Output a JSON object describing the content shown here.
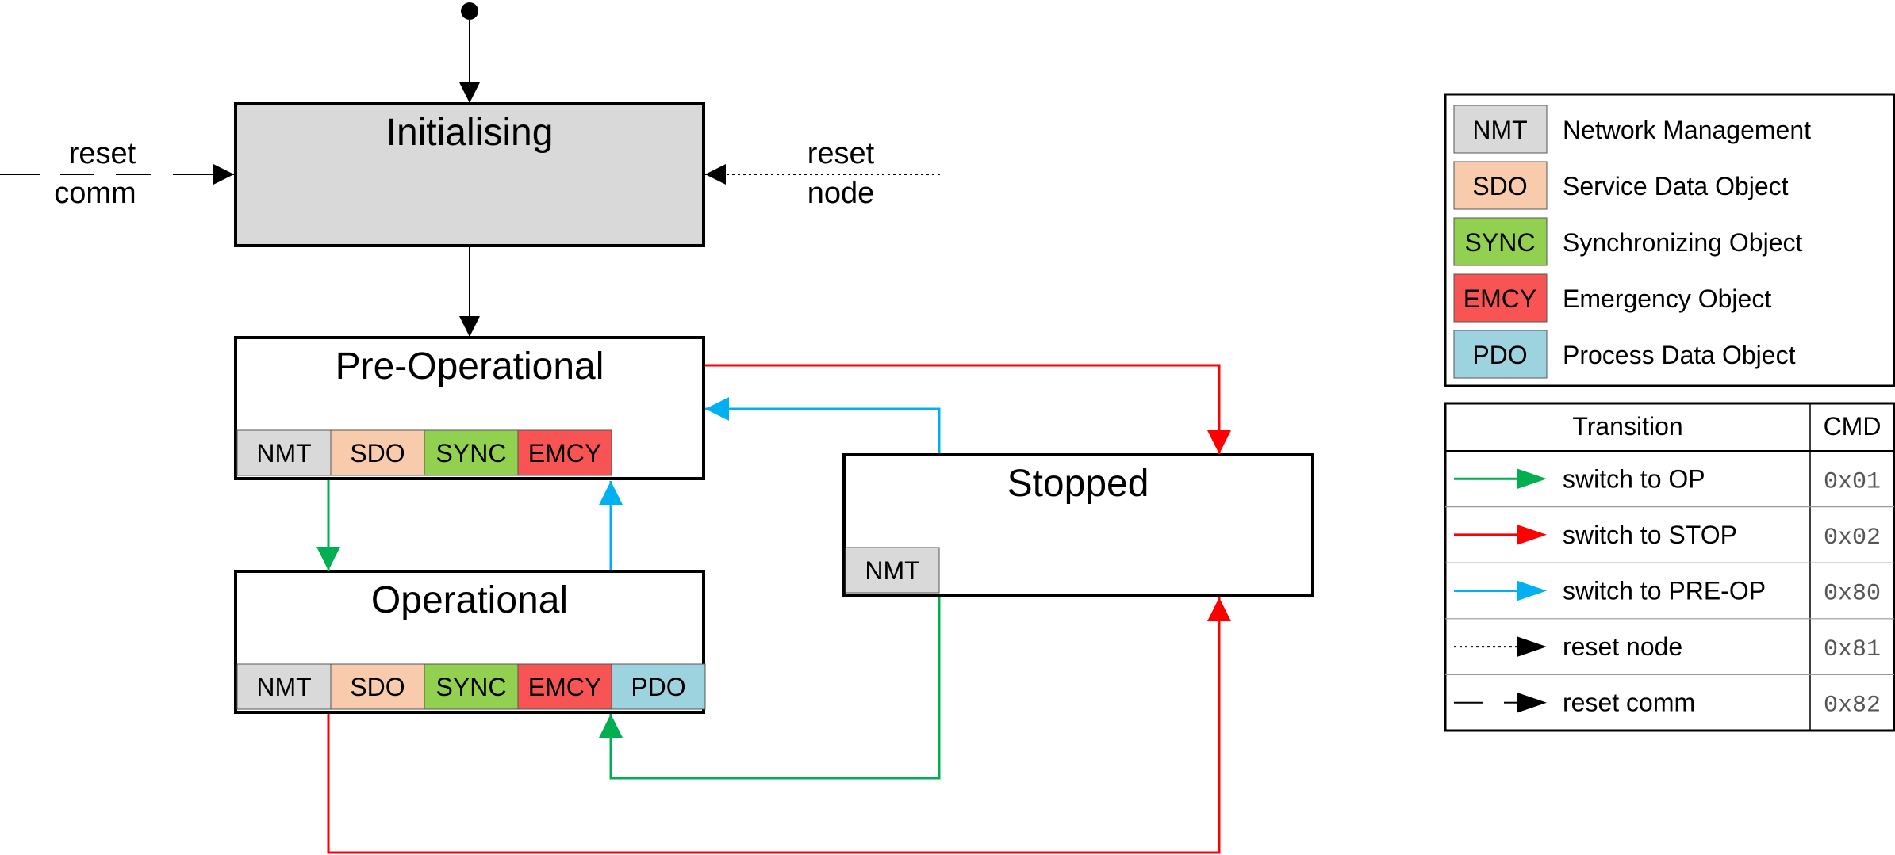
{
  "states": {
    "initialising": "Initialising",
    "pre_operational": "Pre-Operational",
    "operational": "Operational",
    "stopped": "Stopped"
  },
  "chips": {
    "pre_operational": [
      "NMT",
      "SDO",
      "SYNC",
      "EMCY"
    ],
    "operational": [
      "NMT",
      "SDO",
      "SYNC",
      "EMCY",
      "PDO"
    ],
    "stopped": [
      "NMT"
    ]
  },
  "side_labels": {
    "reset_comm_top": "reset",
    "reset_comm_bottom": "comm",
    "reset_node_top": "reset",
    "reset_node_bottom": "node"
  },
  "object_legend": [
    {
      "abbr": "NMT",
      "name": "Network Management",
      "color": "#d9d9d9"
    },
    {
      "abbr": "SDO",
      "name": "Service Data Object",
      "color": "#f8cbad"
    },
    {
      "abbr": "SYNC",
      "name": "Synchronizing Object",
      "color": "#92d050"
    },
    {
      "abbr": "EMCY",
      "name": "Emergency Object",
      "color": "#f85454"
    },
    {
      "abbr": "PDO",
      "name": "Process Data Object",
      "color": "#9dd3df"
    }
  ],
  "transition_table": {
    "header_transition": "Transition",
    "header_cmd": "CMD",
    "rows": [
      {
        "label": "switch to OP",
        "cmd": "0x01",
        "color": "#00b050",
        "style": "solid"
      },
      {
        "label": "switch to STOP",
        "cmd": "0x02",
        "color": "#ff0000",
        "style": "solid"
      },
      {
        "label": "switch to PRE-OP",
        "cmd": "0x80",
        "color": "#00b0f0",
        "style": "solid"
      },
      {
        "label": "reset node",
        "cmd": "0x81",
        "color": "#000000",
        "style": "dotted"
      },
      {
        "label": "reset comm",
        "cmd": "0x82",
        "color": "#000000",
        "style": "dashed"
      }
    ]
  },
  "colors": {
    "initialising_fill": "#d9d9d9",
    "op": "#00b050",
    "stop": "#ff0000",
    "preop": "#00b0f0"
  }
}
